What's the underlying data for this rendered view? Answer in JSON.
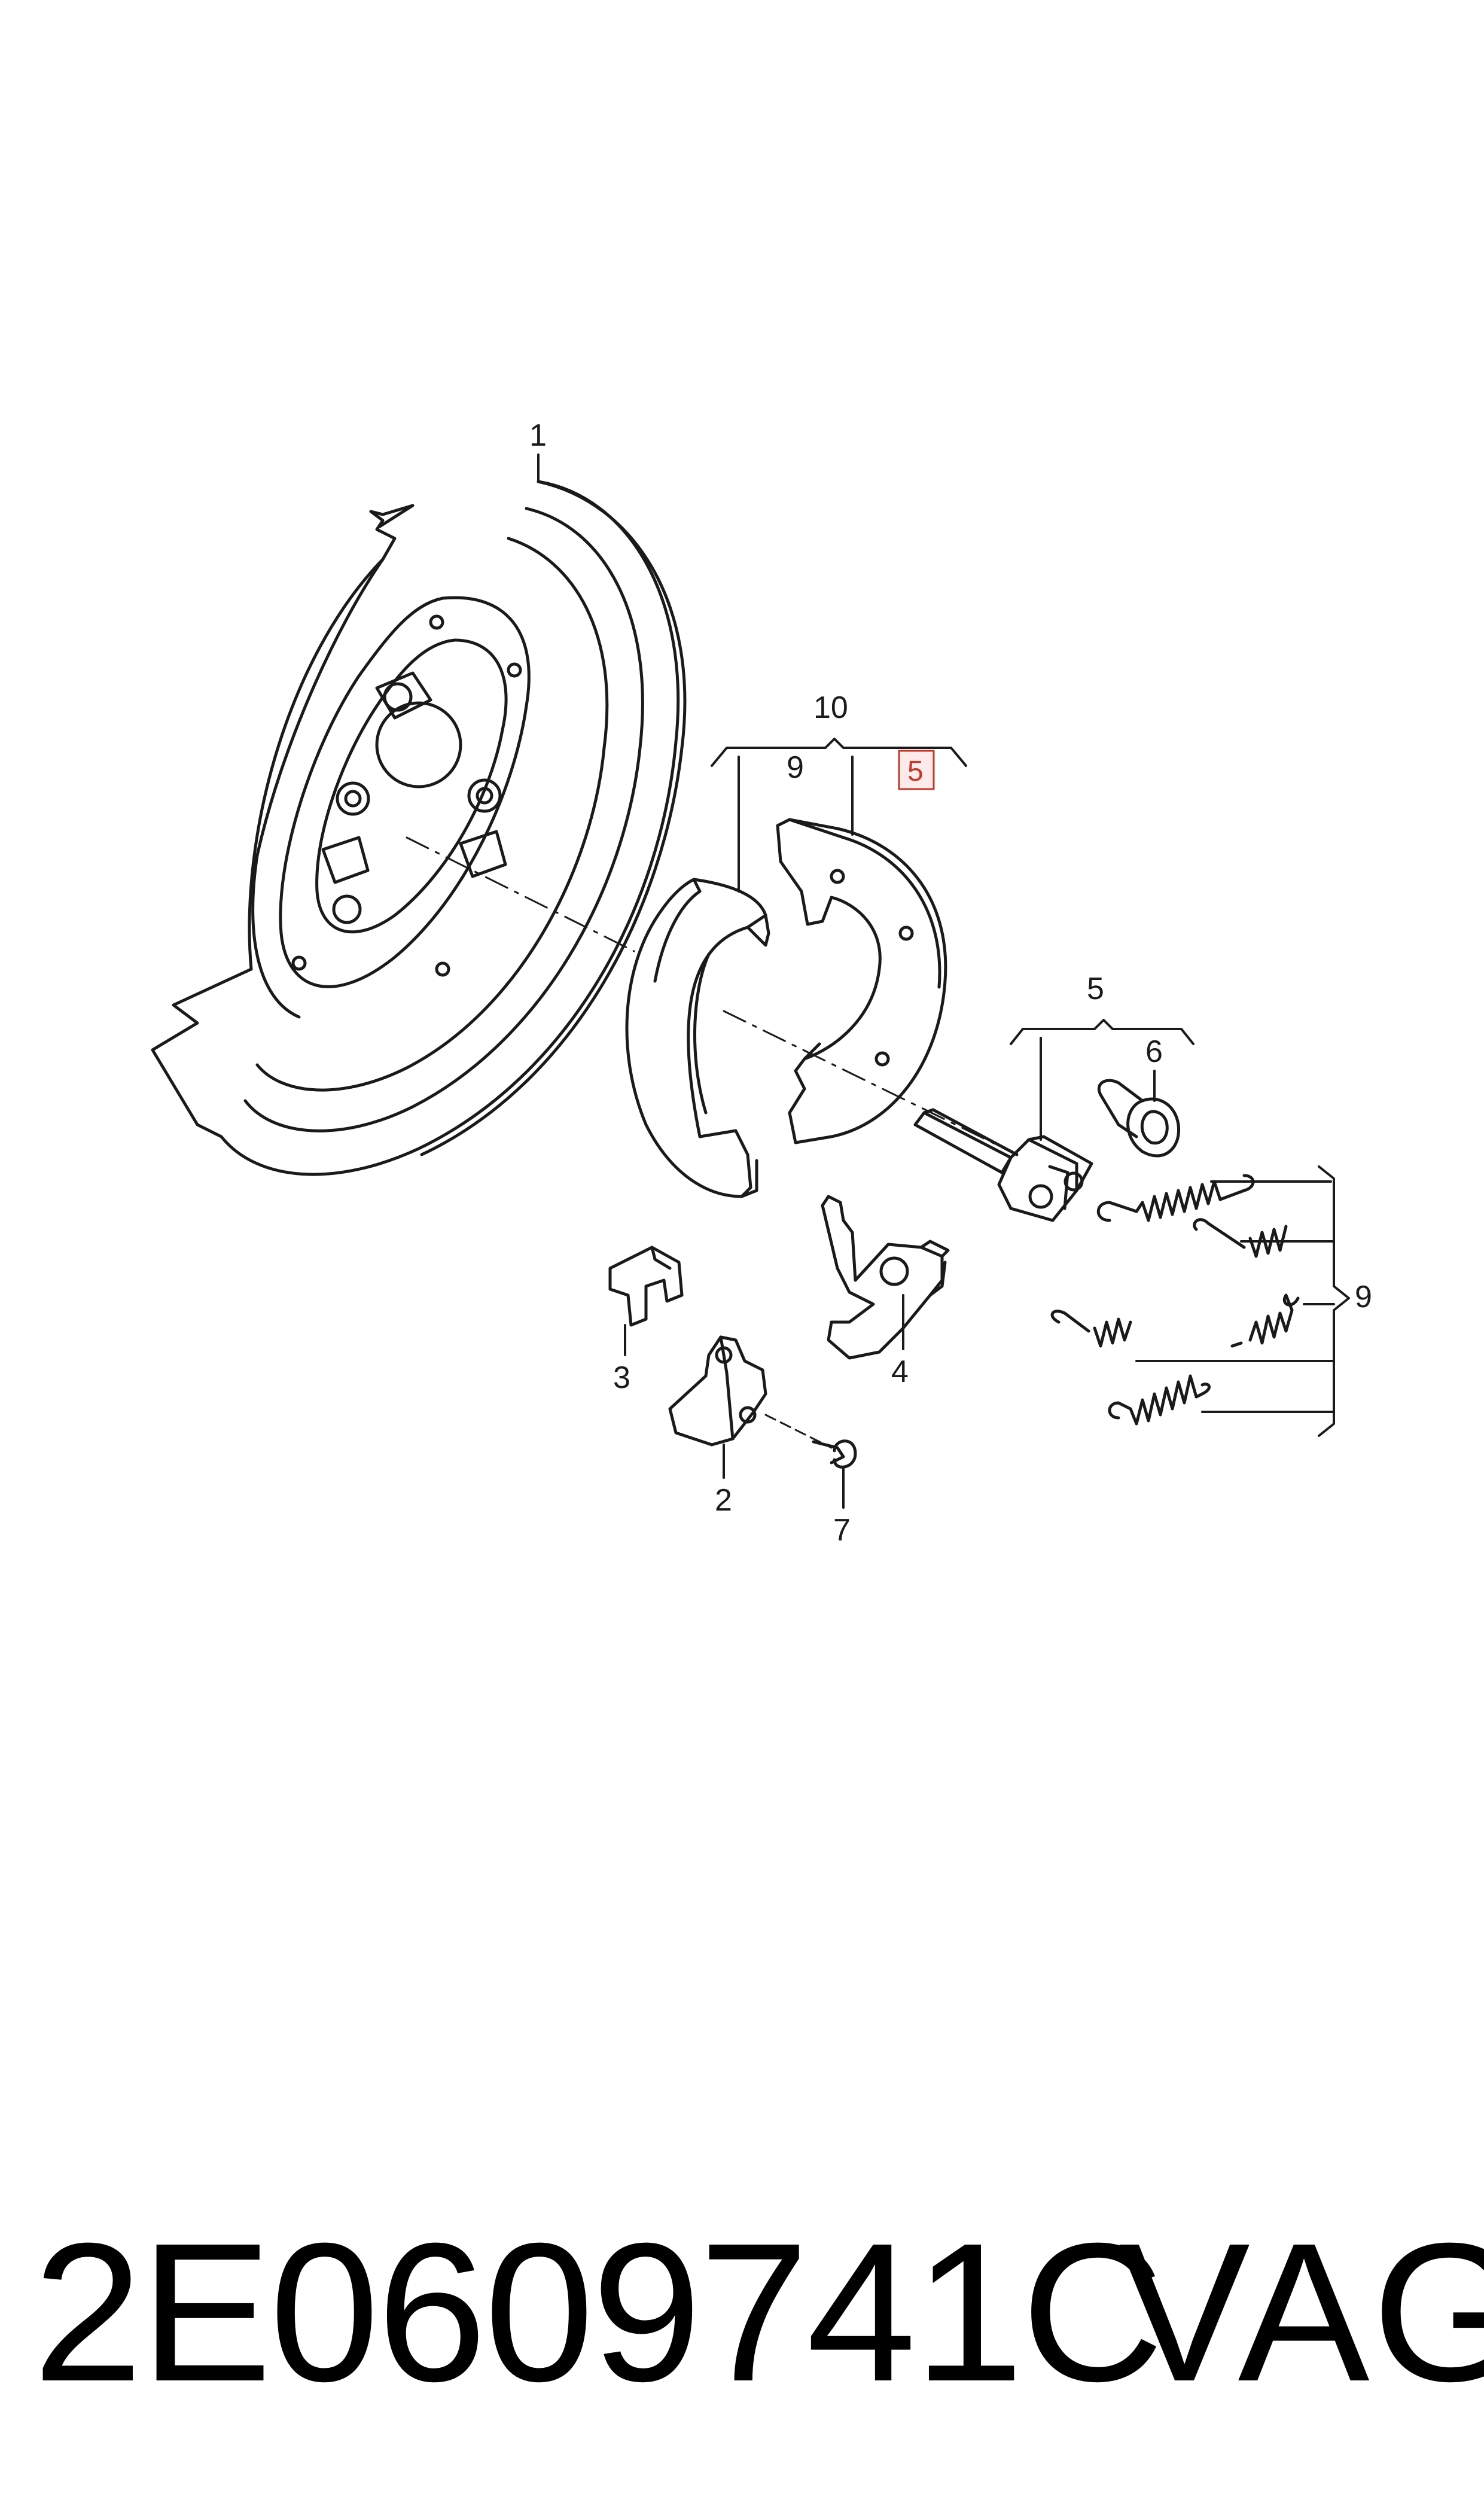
{
  "diagram": {
    "callouts": {
      "backing_plate": "1",
      "mounting_bracket": "2",
      "retaining_clip": "3",
      "expander_lever": "4",
      "adjuster_group": "5",
      "adjuster_pin": "6",
      "screw": "7",
      "shoe_kit_sub": "9",
      "spring_group": "9",
      "shoe_kit": "10",
      "shoe_kit_ref": "5"
    },
    "ref_box_color": "#c0392b"
  },
  "footer": {
    "part_number": "2E0609741C",
    "brand": "VAG"
  }
}
